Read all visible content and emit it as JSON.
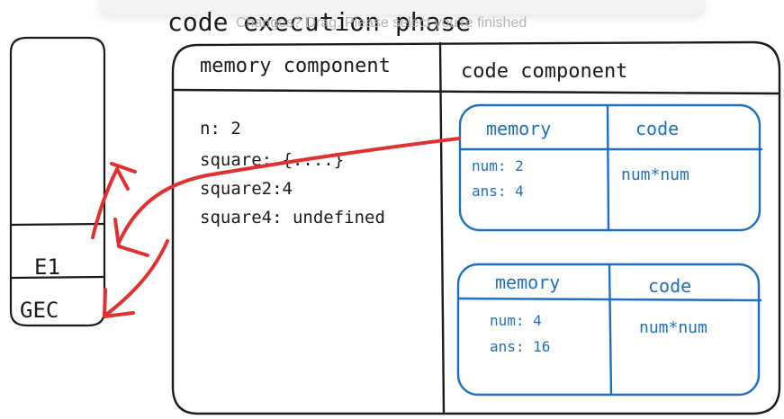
{
  "toast": {
    "text": "Changes? Drag. Please select you're finished"
  },
  "colors": {
    "ink": "#1b1b1b",
    "blue": "#1d6fbf",
    "red": "#e03131"
  },
  "phase_title": "code execution phase",
  "stack": {
    "items": [
      "E1",
      "GEC"
    ]
  },
  "panel": {
    "memory_header": "memory component",
    "code_header": "code component",
    "memory_lines": [
      "n: 2",
      "square: {....}",
      "square2:4",
      "square4: undefined"
    ]
  },
  "contexts": [
    {
      "memory_label": "memory",
      "code_label": "code",
      "memory_lines": [
        "num: 2",
        "ans: 4"
      ],
      "code_text": "num*num"
    },
    {
      "memory_label": "memory",
      "code_label": "code",
      "memory_lines": [
        "num: 4",
        "ans: 16"
      ],
      "code_text": "num*num"
    }
  ]
}
